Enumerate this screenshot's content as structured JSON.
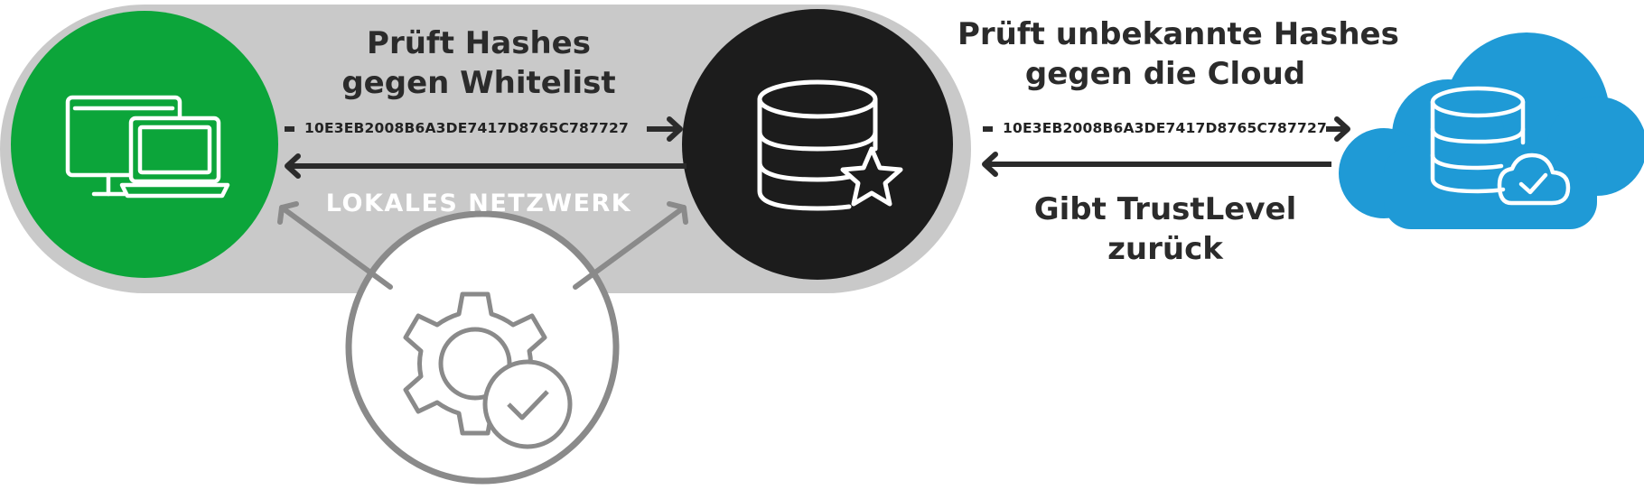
{
  "left_title": {
    "line1": "Prüft Hashes",
    "line2": "gegen Whitelist"
  },
  "right_title": {
    "line1": "Prüft unbekannte Hashes",
    "line2": "gegen die Cloud"
  },
  "right_bottom": {
    "line1": "Gibt TrustLevel",
    "line2": "zurück"
  },
  "hash_left": "10E3EB2008B6A3DE7417D8765C787727",
  "hash_right": "10E3EB2008B6A3DE7417D8765C787727",
  "network_label": "LOKALES NETZWERK",
  "colors": {
    "pill": "#c9c9c9",
    "green": "#0ca53a",
    "server": "#1c1c1c",
    "cloud": "#1f9ad6",
    "arrow": "#2b2b2b",
    "gray_arrow": "#8a8a8a"
  },
  "icons": [
    "computer-icon",
    "database-star-icon",
    "gear-check-icon",
    "cloud-database-icon"
  ]
}
